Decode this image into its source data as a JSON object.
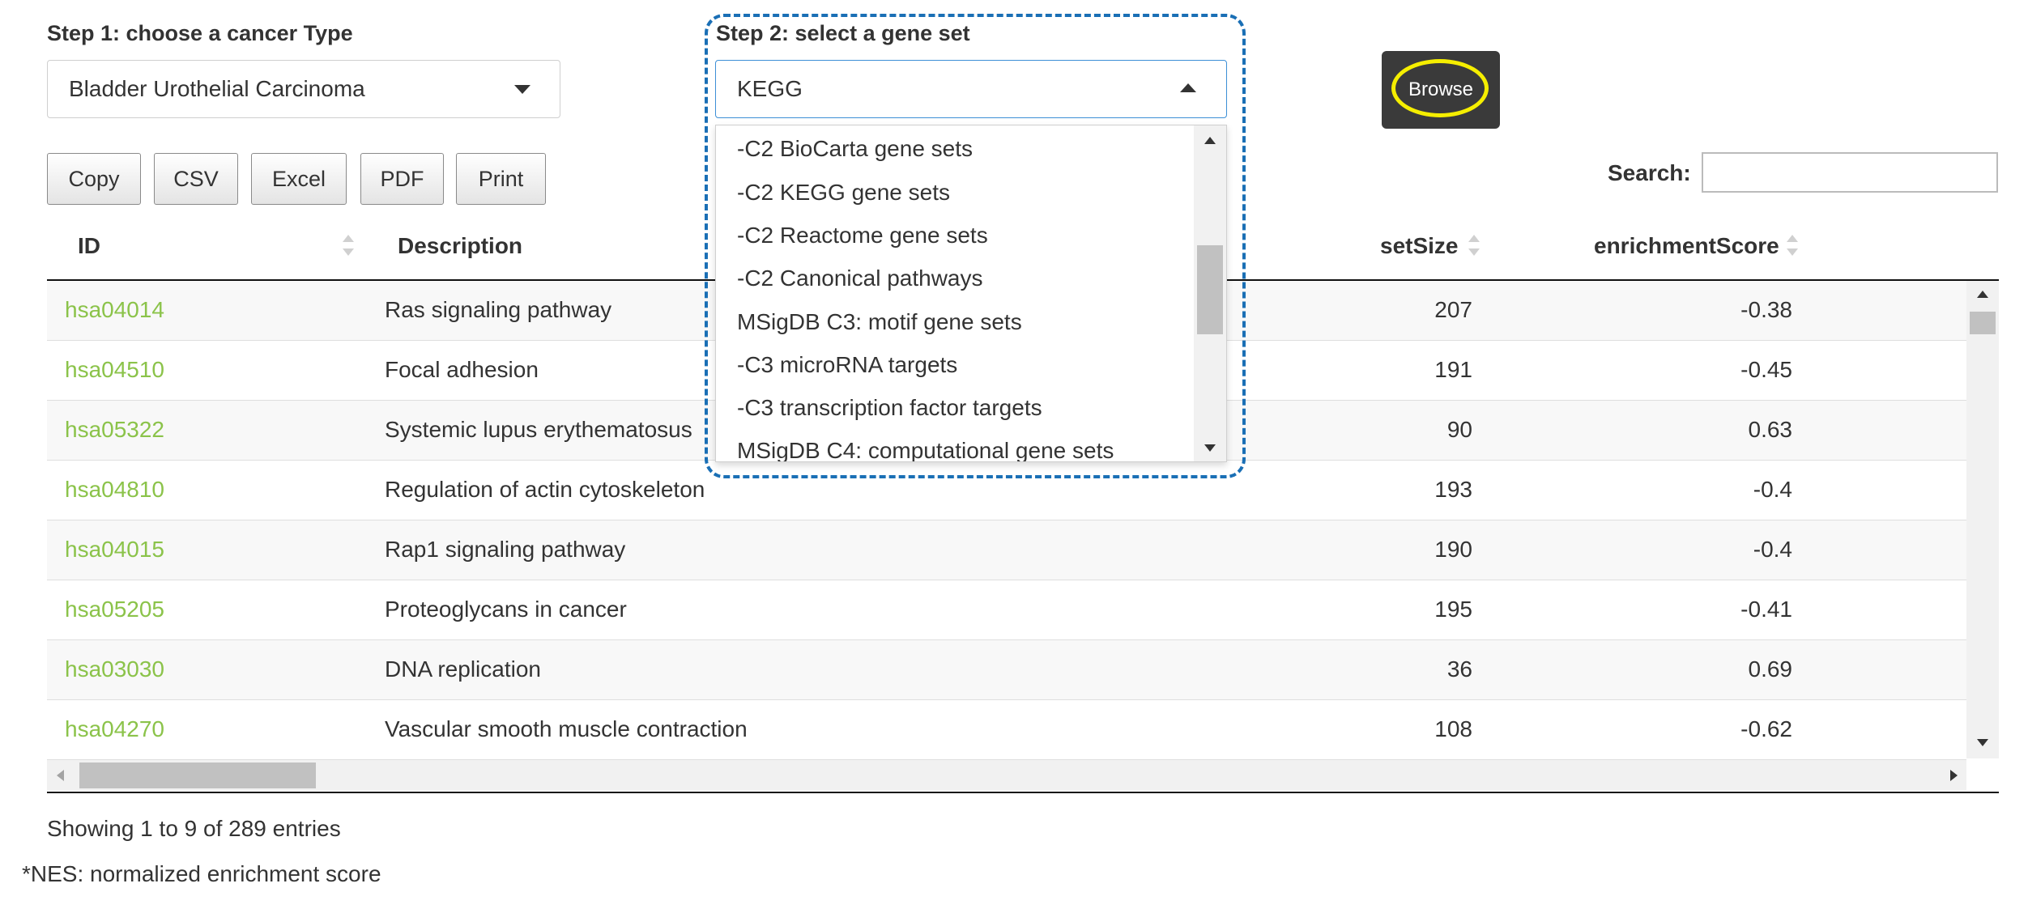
{
  "step1": {
    "label": "Step 1: choose a cancer Type",
    "selected": "Bladder Urothelial Carcinoma"
  },
  "step2": {
    "label": "Step 2: select a gene set",
    "selected": "KEGG",
    "options": [
      "-C2 BioCarta gene sets",
      "-C2 KEGG gene sets",
      "-C2 Reactome gene sets",
      "-C2 Canonical pathways",
      "MSigDB C3: motif gene sets",
      "-C3 microRNA targets",
      "-C3 transcription factor targets",
      "MSigDB C4: computational gene sets"
    ]
  },
  "browse_label": "Browse",
  "export_buttons": [
    "Copy",
    "CSV",
    "Excel",
    "PDF",
    "Print"
  ],
  "search": {
    "label": "Search:",
    "placeholder": ""
  },
  "table": {
    "columns": [
      "ID",
      "Description",
      "setSize",
      "enrichmentScore"
    ],
    "rows": [
      {
        "id": "hsa04014",
        "desc": "Ras signaling pathway",
        "size": "207",
        "es": "-0.38"
      },
      {
        "id": "hsa04510",
        "desc": "Focal adhesion",
        "size": "191",
        "es": "-0.45"
      },
      {
        "id": "hsa05322",
        "desc": "Systemic lupus erythematosus",
        "size": "90",
        "es": "0.63"
      },
      {
        "id": "hsa04810",
        "desc": "Regulation of actin cytoskeleton",
        "size": "193",
        "es": "-0.4"
      },
      {
        "id": "hsa04015",
        "desc": "Rap1 signaling pathway",
        "size": "190",
        "es": "-0.4"
      },
      {
        "id": "hsa05205",
        "desc": "Proteoglycans in cancer",
        "size": "195",
        "es": "-0.41"
      },
      {
        "id": "hsa03030",
        "desc": "DNA replication",
        "size": "36",
        "es": "0.69"
      },
      {
        "id": "hsa04270",
        "desc": "Vascular smooth muscle contraction",
        "size": "108",
        "es": "-0.62"
      }
    ]
  },
  "info": "Showing 1 to 9 of 289 entries",
  "footnote": "*NES: normalized enrichment score",
  "colors": {
    "id_link": "#8bc34a",
    "highlight_dash": "#1a6fb5",
    "browse_bg": "#3a3a3a",
    "browse_ring": "#f5ee00"
  }
}
